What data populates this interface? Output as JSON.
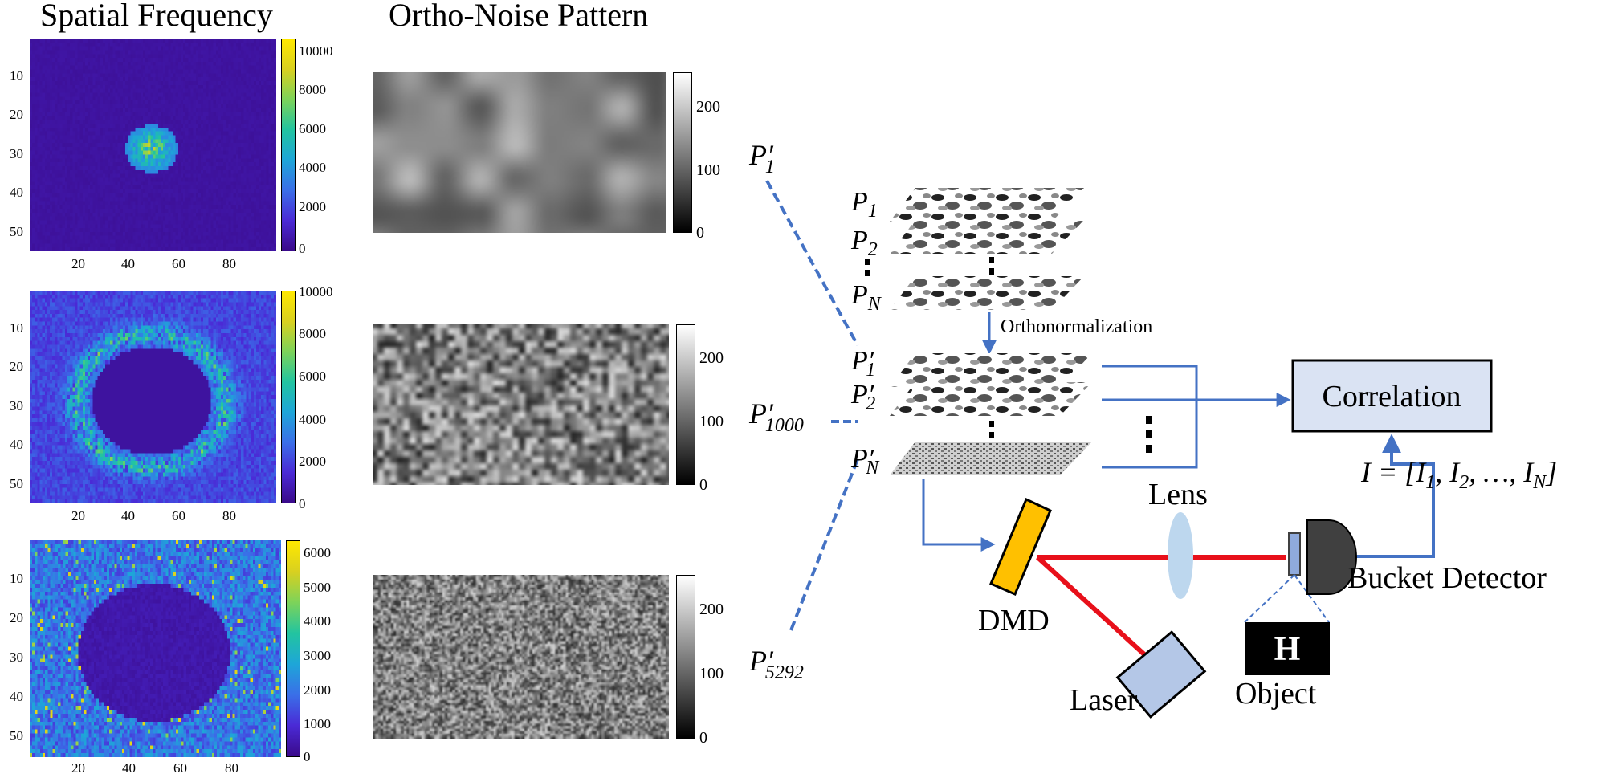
{
  "titles": {
    "left": "Spatial Frequency",
    "middle": "Ortho-Noise Pattern"
  },
  "panels": [
    {
      "colorbar_ticks": [
        "10000",
        "8000",
        "6000",
        "4000",
        "2000",
        "0"
      ],
      "y_ticks": [
        "10",
        "20",
        "30",
        "40",
        "50"
      ],
      "x_ticks": [
        "20",
        "40",
        "60",
        "80"
      ],
      "gray_ticks": [
        "200",
        "100",
        "0"
      ],
      "pattern_label": {
        "base": "P",
        "sub": "1",
        "prime": "′"
      }
    },
    {
      "colorbar_ticks": [
        "10000",
        "8000",
        "6000",
        "4000",
        "2000",
        "0"
      ],
      "y_ticks": [
        "10",
        "20",
        "30",
        "40",
        "50"
      ],
      "x_ticks": [
        "20",
        "40",
        "60",
        "80"
      ],
      "gray_ticks": [
        "200",
        "100",
        "0"
      ],
      "pattern_label": {
        "base": "P",
        "sub": "1000",
        "prime": "′"
      }
    },
    {
      "colorbar_ticks": [
        "6000",
        "5000",
        "4000",
        "3000",
        "2000",
        "1000",
        "0"
      ],
      "y_ticks": [
        "10",
        "20",
        "30",
        "40",
        "50"
      ],
      "x_ticks": [
        "20",
        "40",
        "60",
        "80"
      ],
      "gray_ticks": [
        "200",
        "100",
        "0"
      ],
      "pattern_label": {
        "base": "P",
        "sub": "5292",
        "prime": "′"
      }
    }
  ],
  "diagram": {
    "stack_labels": [
      "P1",
      "P2",
      "PN"
    ],
    "ortho_labels": [
      "P′1",
      "P′2",
      "P′N"
    ],
    "orthonormalization_label": "Orthonormalization",
    "correlation_label": "Correlation",
    "lens_label": "Lens",
    "bucket_detector_label": "Bucket Detector",
    "dmd_label": "DMD",
    "laser_label": "Laser",
    "object_label": "Object",
    "object_letter": "H",
    "intensity_label": "I = [I1, I2, …, IN]"
  },
  "colors": {
    "arrow_blue": "#4472c4",
    "laser_red": "#e8101a",
    "dmd_orange": "#ffc000",
    "box_fill": "#dae3f3",
    "laser_fill": "#b4c7e7",
    "lens_fill": "#bdd7ee",
    "detector_dark": "#404040"
  }
}
